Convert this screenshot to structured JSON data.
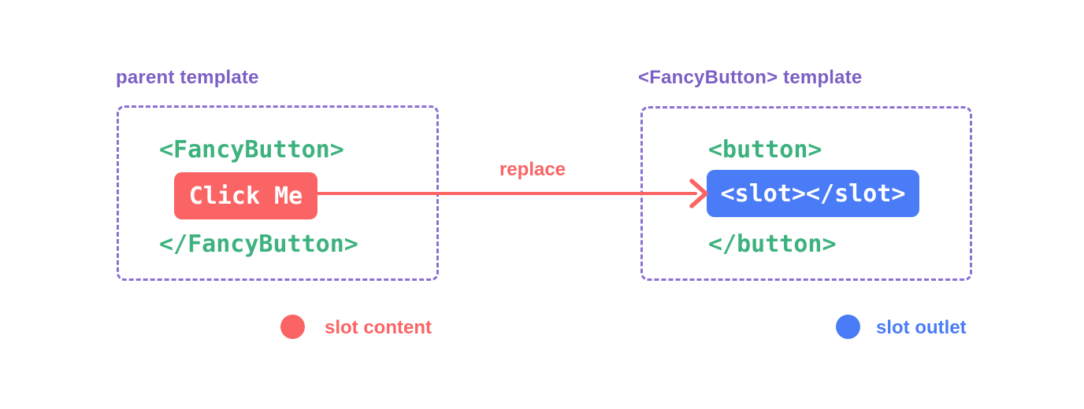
{
  "colors": {
    "purple": "#7C5FC4",
    "purple_border": "#8C70D2",
    "green": "#3DB27E",
    "coral": "#FB6464",
    "blue": "#4A7CF7",
    "code_text_on_pill": "#FFFFFF",
    "background": "#FFFFFF"
  },
  "left_panel": {
    "title": "parent template",
    "open_tag": "<FancyButton>",
    "button_label": "Click Me",
    "close_tag": "</FancyButton>"
  },
  "arrow": {
    "label": "replace"
  },
  "right_panel": {
    "title": "<FancyButton> template",
    "open_tag": "<button>",
    "slot_label": "<slot></slot>",
    "close_tag": "</button>"
  },
  "legend": [
    {
      "label": "slot content",
      "color": "#FB6464"
    },
    {
      "label": "slot outlet",
      "color": "#4A7CF7"
    }
  ]
}
